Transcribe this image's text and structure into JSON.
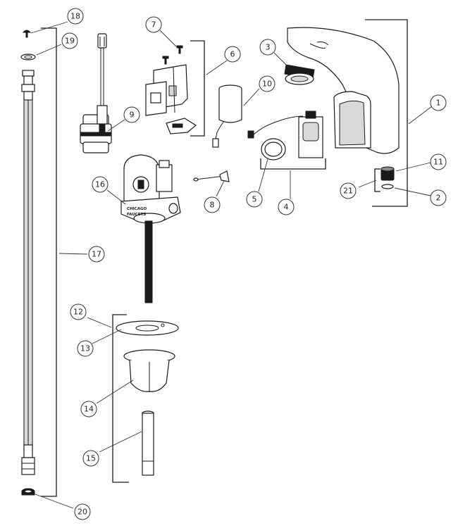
{
  "diagram": {
    "brand_lines": [
      "CHICAGO",
      "FAUCETS"
    ],
    "callouts": [
      {
        "id": "c1",
        "label": "1"
      },
      {
        "id": "c2",
        "label": "2"
      },
      {
        "id": "c3",
        "label": "3"
      },
      {
        "id": "c4",
        "label": "4"
      },
      {
        "id": "c5",
        "label": "5"
      },
      {
        "id": "c6",
        "label": "6"
      },
      {
        "id": "c7",
        "label": "7"
      },
      {
        "id": "c8",
        "label": "8"
      },
      {
        "id": "c9",
        "label": "9"
      },
      {
        "id": "c10",
        "label": "10"
      },
      {
        "id": "c11",
        "label": "11"
      },
      {
        "id": "c12",
        "label": "12"
      },
      {
        "id": "c13",
        "label": "13"
      },
      {
        "id": "c14",
        "label": "14"
      },
      {
        "id": "c15",
        "label": "15"
      },
      {
        "id": "c16",
        "label": "16"
      },
      {
        "id": "c17",
        "label": "17"
      },
      {
        "id": "c18",
        "label": "18"
      },
      {
        "id": "c19",
        "label": "19"
      },
      {
        "id": "c20",
        "label": "20"
      },
      {
        "id": "c21",
        "label": "21"
      }
    ]
  }
}
